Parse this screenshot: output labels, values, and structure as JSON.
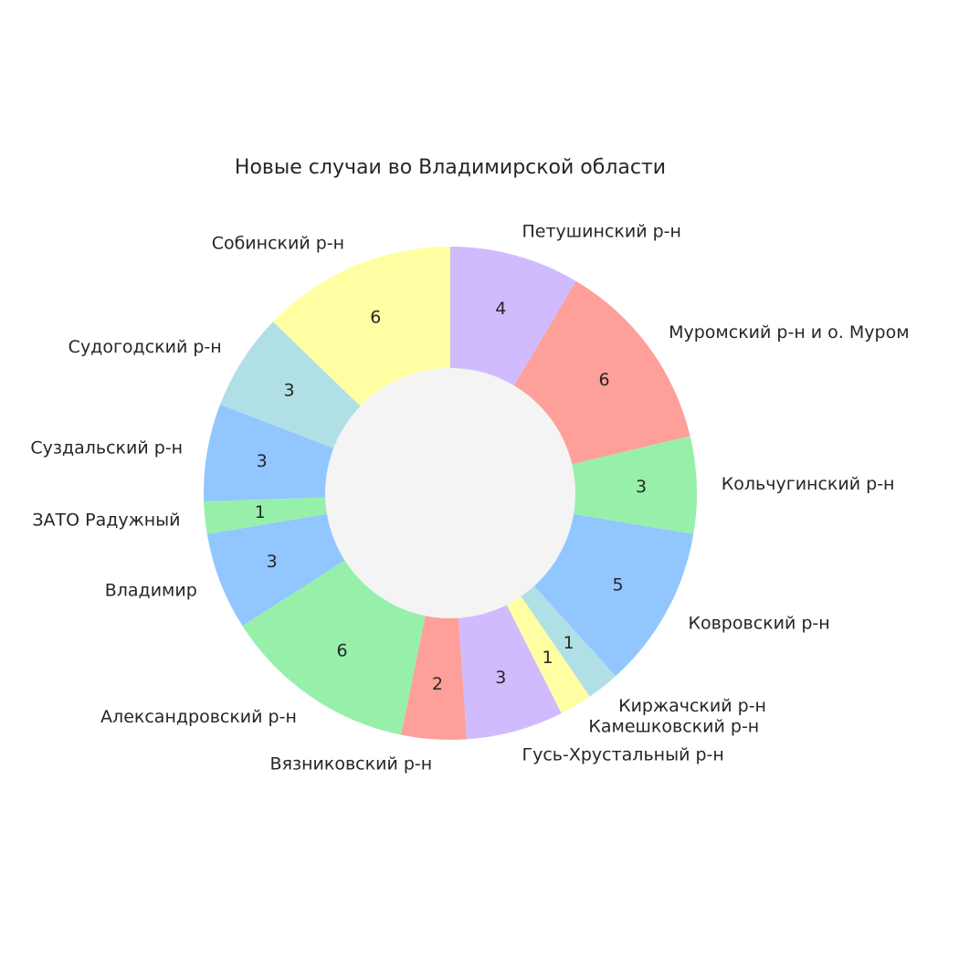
{
  "chart_data": {
    "type": "pie",
    "donut": true,
    "title": "Новые случаи во Владимирской области",
    "start_angle_deg": 90,
    "direction": "counterclockwise",
    "hole_color": "#f4f4f4",
    "slices": [
      {
        "label": "Собинский р-н",
        "value": 6,
        "color": "#fffea3"
      },
      {
        "label": "Судогодский р-н",
        "value": 3,
        "color": "#b0e0e6"
      },
      {
        "label": "Суздальский р-н",
        "value": 3,
        "color": "#92c6ff"
      },
      {
        "label": "ЗАТО Радужный",
        "value": 1,
        "color": "#97f0aa"
      },
      {
        "label": "Владимир",
        "value": 3,
        "color": "#92c6ff"
      },
      {
        "label": "Александровский р-н",
        "value": 6,
        "color": "#97f0aa"
      },
      {
        "label": "Вязниковский р-н",
        "value": 2,
        "color": "#ff9f9a"
      },
      {
        "label": "Гусь-Хрустальный р-н",
        "value": 3,
        "color": "#d0bbff"
      },
      {
        "label": "Камешковский р-н",
        "value": 1,
        "color": "#fffea3"
      },
      {
        "label": "Киржачский р-н",
        "value": 1,
        "color": "#b0e0e6"
      },
      {
        "label": "Ковровский р-н",
        "value": 5,
        "color": "#92c6ff"
      },
      {
        "label": "Кольчугинский р-н",
        "value": 3,
        "color": "#97f0aa"
      },
      {
        "label": "Муромский р-н и о. Муром",
        "value": 6,
        "color": "#ff9f9a"
      },
      {
        "label": "Петушинский р-н",
        "value": 4,
        "color": "#d0bbff"
      }
    ]
  }
}
